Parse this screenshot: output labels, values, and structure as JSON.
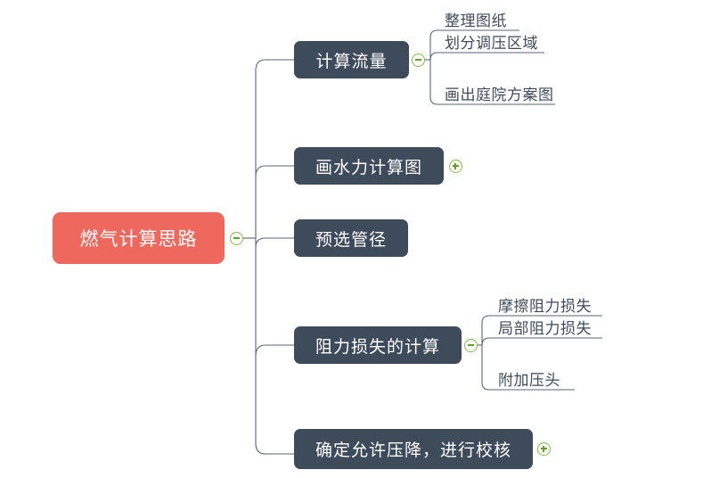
{
  "document": {
    "title": "燃气计算思路",
    "type": "mind-map"
  },
  "colors": {
    "root_fill": "#ef685d",
    "branch_fill": "#3e4b5b",
    "leaf_text": "#3e4b5b",
    "connector": "#5a6670",
    "toggle_green": "#7ac143",
    "canvas": "#ffffff"
  },
  "mindmap": {
    "root": {
      "label": "燃气计算思路",
      "toggle": "minus"
    },
    "branches": [
      {
        "label": "计算流量",
        "toggle": "minus",
        "children": [
          {
            "label": "整理图纸"
          },
          {
            "label": "划分调压区域"
          },
          {
            "label": "画出庭院方案图"
          }
        ]
      },
      {
        "label": "画水力计算图",
        "toggle": "plus",
        "children": []
      },
      {
        "label": "预选管径",
        "toggle": "none",
        "children": []
      },
      {
        "label": "阻力损失的计算",
        "toggle": "minus",
        "children": [
          {
            "label": "摩擦阻力损失"
          },
          {
            "label": "局部阻力损失"
          },
          {
            "label": "附加压头"
          }
        ]
      },
      {
        "label": "确定允许压降，进行校核",
        "toggle": "plus",
        "children": []
      }
    ]
  }
}
